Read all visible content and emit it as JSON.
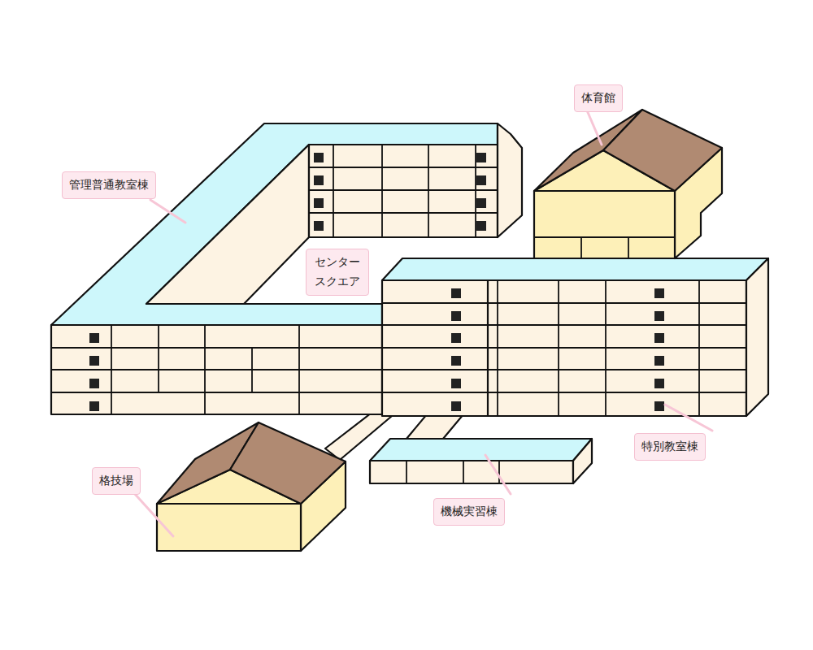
{
  "diagram": {
    "nodes": [
      {
        "text": [
          "体育館"
        ]
      },
      {
        "text": [
          "管理普通教室棟"
        ]
      },
      {
        "text": [
          "センター スクエア"
        ]
      },
      {
        "text": [
          "特別教室棟"
        ]
      },
      {
        "text": [
          "格技場"
        ]
      },
      {
        "text": [
          "機械実習棟"
        ]
      }
    ]
  }
}
